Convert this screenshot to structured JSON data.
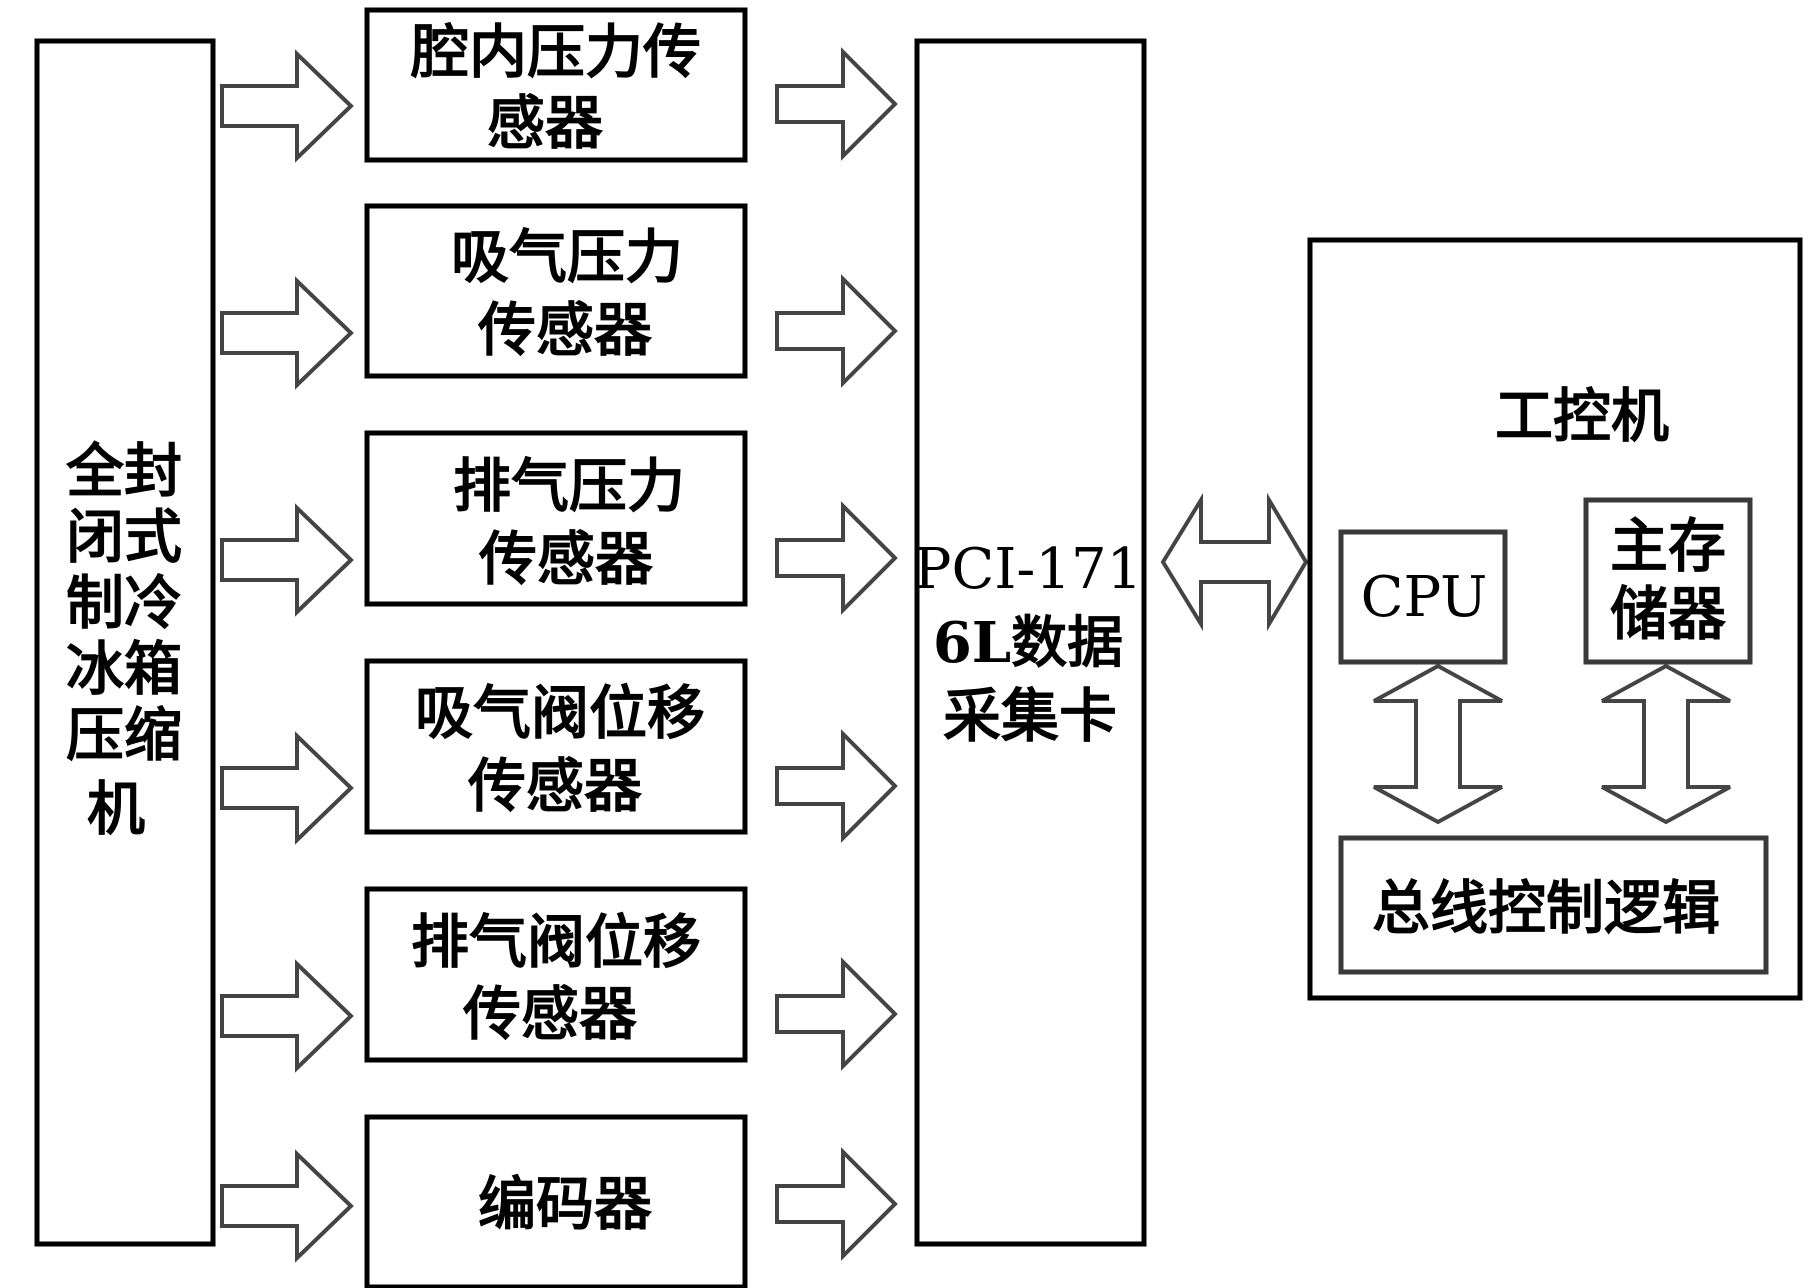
{
  "compressor": {
    "lines": [
      "全封",
      "闭式",
      "制冷",
      "冰箱",
      "压缩",
      "机"
    ]
  },
  "sensors": [
    {
      "lines": [
        "腔内压力传",
        "感器"
      ]
    },
    {
      "lines": [
        "吸气压力",
        "传感器"
      ]
    },
    {
      "lines": [
        "排气压力",
        "传感器"
      ]
    },
    {
      "lines": [
        "吸气阀位移",
        "传感器"
      ]
    },
    {
      "lines": [
        "排气阀位移",
        "传感器"
      ]
    },
    {
      "lines": [
        "编码器"
      ]
    }
  ],
  "daq_card": {
    "lines": [
      "PCI-171",
      "6L数据",
      "采集卡"
    ]
  },
  "ipc": {
    "title": "工控机",
    "cpu_label": "CPU",
    "memory_lines": [
      "主存",
      "储器"
    ],
    "bus_logic_label": "总线控制逻辑"
  }
}
